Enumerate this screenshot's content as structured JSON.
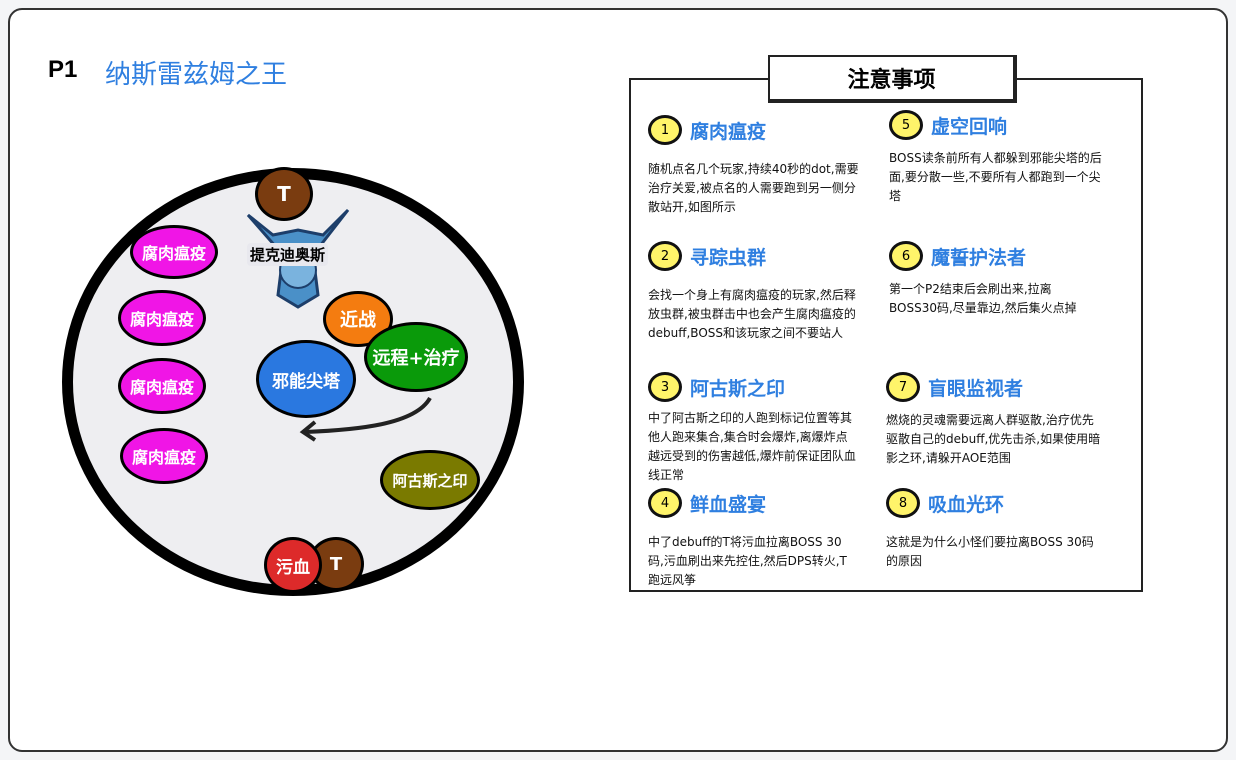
{
  "header": {
    "phase": "P1",
    "boss": "纳斯雷兹姆之王"
  },
  "map": {
    "tank_top": "T",
    "boss_name": "提克迪奥斯",
    "plague": [
      "腐肉瘟疫",
      "腐肉瘟疫",
      "腐肉瘟疫",
      "腐肉瘟疫"
    ],
    "melee": "近战",
    "ranged": "远程+治疗",
    "spire": "邪能尖塔",
    "mark": "阿古斯之印",
    "blood": "污血",
    "tank_bottom": "T"
  },
  "notes": {
    "title": "注意事项",
    "items": [
      {
        "num": "1",
        "title": "腐肉瘟疫",
        "text": "随机点名几个玩家,持续40秒的dot,需要治疗关爱,被点名的人需要跑到另一侧分散站开,如图所示"
      },
      {
        "num": "2",
        "title": "寻踪虫群",
        "text": "会找一个身上有腐肉瘟疫的玩家,然后释放虫群,被虫群击中也会产生腐肉瘟疫的debuff,BOSS和该玩家之间不要站人"
      },
      {
        "num": "3",
        "title": "阿古斯之印",
        "text": "中了阿古斯之印的人跑到标记位置等其他人跑来集合,集合时会爆炸,离爆炸点越远受到的伤害越低,爆炸前保证团队血线正常"
      },
      {
        "num": "4",
        "title": "鲜血盛宴",
        "text": "中了debuff的T将污血拉离BOSS 30码,污血刷出来先控住,然后DPS转火,T跑远风筝"
      },
      {
        "num": "5",
        "title": "虚空回响",
        "text": "BOSS读条前所有人都躲到邪能尖塔的后面,要分散一些,不要所有人都跑到一个尖塔"
      },
      {
        "num": "6",
        "title": "魔誓护法者",
        "text": "第一个P2结束后会刷出来,拉离BOSS30码,尽量靠边,然后集火点掉"
      },
      {
        "num": "7",
        "title": "盲眼监视者",
        "text": "燃烧的灵魂需要远离人群驱散,治疗优先驱散自己的debuff,优先击杀,如果使用暗影之环,请躲开AOE范围"
      },
      {
        "num": "8",
        "title": "吸血光环",
        "text": "这就是为什么小怪们要拉离BOSS 30码的原因"
      }
    ]
  }
}
